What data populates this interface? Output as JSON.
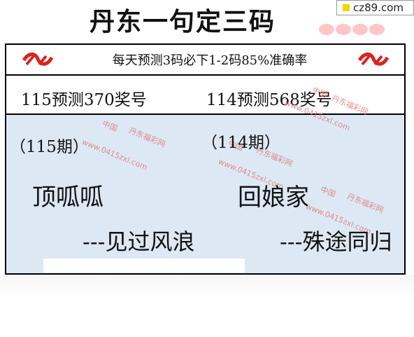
{
  "header": {
    "title": "丹东一句定三码",
    "site_badge": "cz89.com"
  },
  "banner": {
    "text": "每天预测3码必下1-2码85%准确率"
  },
  "predictions": {
    "left": "115预测370奖号",
    "right": "114预测568奖号"
  },
  "periods": {
    "left": {
      "label": "（115期）",
      "answer": "顶呱呱",
      "slogan": "---见过风浪"
    },
    "right": {
      "label": "（114期）",
      "answer": "回娘家",
      "slogan": "---殊途同归"
    }
  },
  "watermarks": {
    "brand": "丹东福彩网",
    "country": "中国",
    "site": "www.0415zxl.com"
  },
  "colors": {
    "panel": "#dde8f5",
    "logo_red": "#d7261e",
    "watermark": "#e07a7a",
    "badge_square": "#f2d600"
  }
}
